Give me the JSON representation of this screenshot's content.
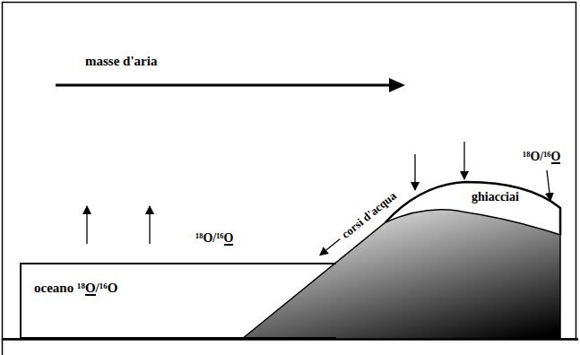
{
  "diagram": {
    "nodes": [
      {
        "text": [
          "oceano ¹⁸O/¹⁶O"
        ]
      }
    ],
    "labels": [
      "masse d'aria",
      "¹⁸O/¹⁶O",
      "corsi d'acqua",
      "ghiacciai",
      "¹⁸O/¹⁶O"
    ]
  }
}
